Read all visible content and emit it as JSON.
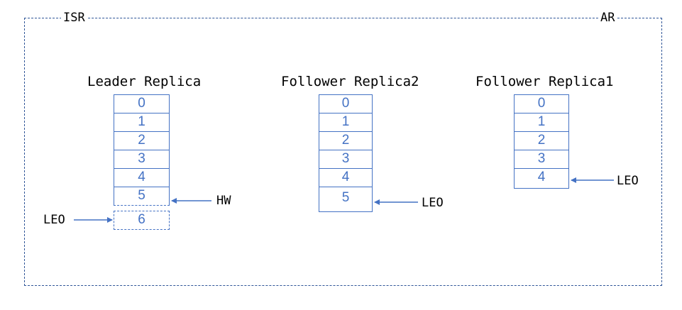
{
  "frame": {
    "isr_label": "ISR",
    "ar_label": "AR"
  },
  "replicas": [
    {
      "title": "Leader Replica",
      "cells": [
        "0",
        "1",
        "2",
        "3",
        "4",
        "5",
        "6"
      ]
    },
    {
      "title": "Follower Replica2",
      "cells": [
        "0",
        "1",
        "2",
        "3",
        "4",
        "5"
      ]
    },
    {
      "title": "Follower Replica1",
      "cells": [
        "0",
        "1",
        "2",
        "3",
        "4"
      ]
    }
  ],
  "pointers": {
    "leader_hw": "HW",
    "leader_leo": "LEO",
    "follower2_leo": "LEO",
    "follower1_leo": "LEO"
  },
  "colors": {
    "frame": "#2f5597",
    "cell": "#4472c4",
    "text": "#000000"
  }
}
